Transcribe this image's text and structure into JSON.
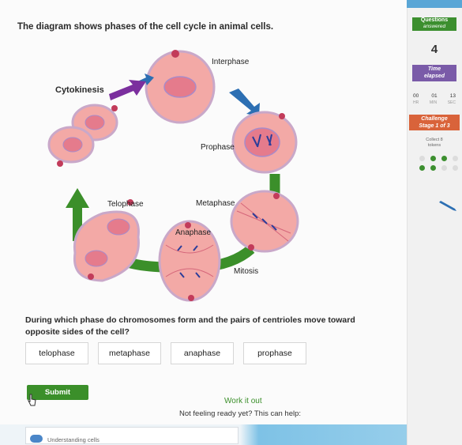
{
  "prompt": "The diagram shows phases of the cell cycle in animal cells.",
  "diagram": {
    "labels": {
      "interphase": "Interphase",
      "cytokinesis": "Cytokinesis",
      "prophase": "Prophase",
      "telophase": "Telophase",
      "metaphase": "Metaphase",
      "anaphase": "Anaphase",
      "mitosis": "Mitosis"
    },
    "colors": {
      "cell_membrane": "#c9a8c9",
      "cytoplasm": "#f3a9a6",
      "nucleus": "#e57b8c",
      "arrow_blue": "#2c6fb3",
      "arrow_purple": "#7b2f9e",
      "arrow_green": "#3b8f2a"
    }
  },
  "question": "During which phase do chromosomes form and the pairs of centrioles move toward opposite sides of the cell?",
  "options": [
    "telophase",
    "metaphase",
    "anaphase",
    "prophase"
  ],
  "submit_label": "Submit",
  "work_it_out": "Work it out",
  "not_ready": "Not feeling ready yet? This can help:",
  "help_link": "Understanding cells",
  "sidebar": {
    "questions_label": "Questions",
    "answered_label": "answered",
    "answered_count": "4",
    "time_label": "Time",
    "elapsed_label": "elapsed",
    "time_hr": "00",
    "time_min": "01",
    "time_sec": "13",
    "unit_hr": "HR",
    "unit_min": "MIN",
    "unit_sec": "SEC",
    "challenge_label": "Challenge",
    "stage_label": "Stage 1 of 3",
    "collect_line1": "Collect 8",
    "collect_line2": "tokens",
    "tokens_collected": 4,
    "tokens_total": 8,
    "accent_green": "#3c8f2f",
    "accent_purple": "#7a5ba8",
    "accent_orange": "#d9633a"
  }
}
